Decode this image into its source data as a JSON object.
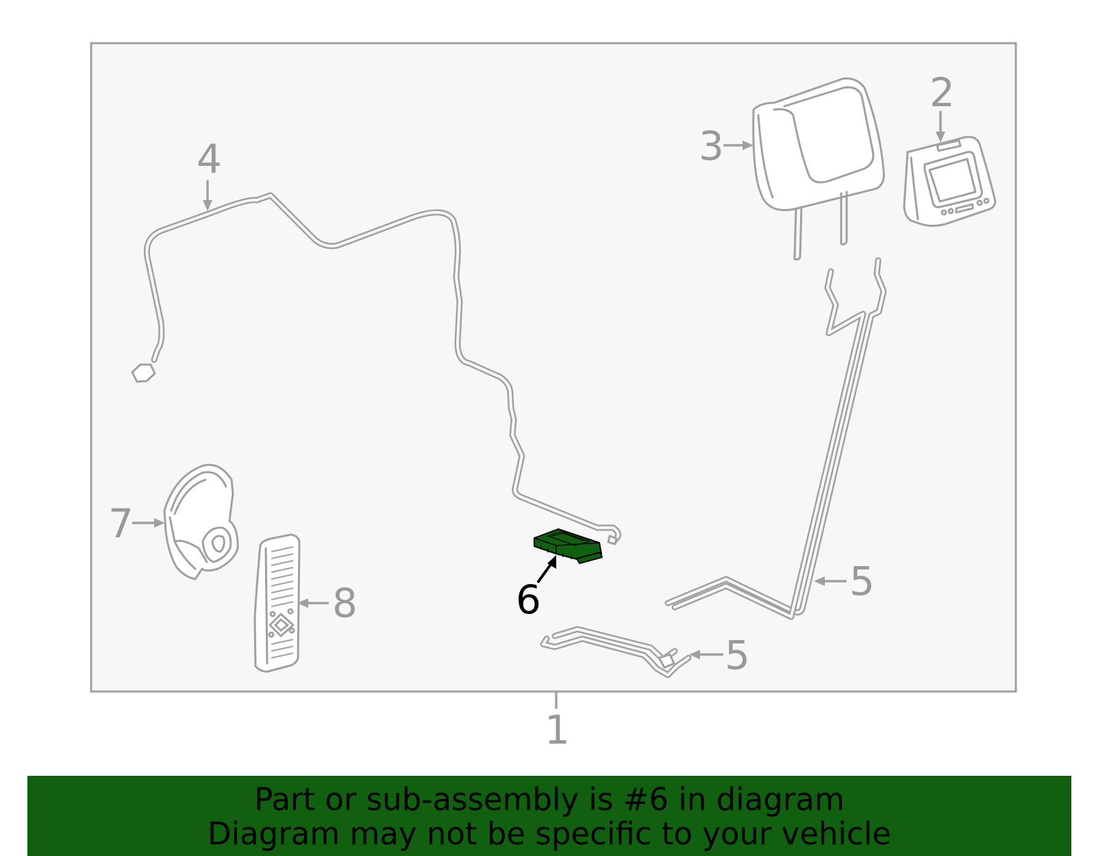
{
  "diagram": {
    "callouts": {
      "c1": "1",
      "c2": "2",
      "c3": "3",
      "c4": "4",
      "c5a": "5",
      "c5b": "5",
      "c6": "6",
      "c7": "7",
      "c8": "8"
    },
    "highlighted_part": "6",
    "colors": {
      "frame_background": "#f7f7f7",
      "line_art": "#a0a0a0",
      "highlight": "#106010",
      "banner_background": "#106010"
    }
  },
  "banner": {
    "line1": "Part or sub-assembly is #6 in diagram",
    "line2": "Diagram may not be specific to your vehicle"
  }
}
